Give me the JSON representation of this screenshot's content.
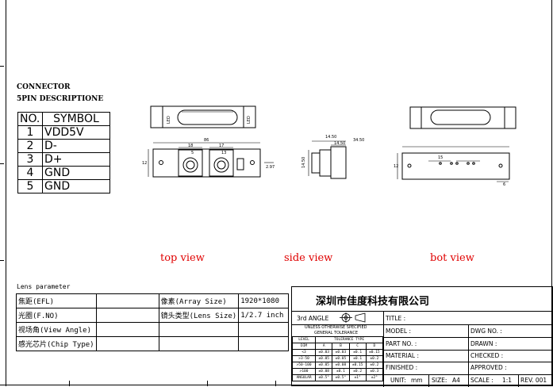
{
  "connector": {
    "title": "CONNECTOR",
    "subtitle": "5PIN DESCRIPTIONE",
    "header_no": "NO.",
    "header_symbol": "SYMBOL",
    "pins": [
      {
        "no": "1",
        "symbol": "VDD5V"
      },
      {
        "no": "2",
        "symbol": "D-"
      },
      {
        "no": "3",
        "symbol": "D+"
      },
      {
        "no": "4",
        "symbol": "GND"
      },
      {
        "no": "5",
        "symbol": "GND"
      }
    ]
  },
  "views": {
    "top": "top view",
    "side": "side view",
    "bot": "bot view"
  },
  "dims": {
    "top_total": "86",
    "top_a": "18",
    "top_b": "17",
    "top_c": "5",
    "top_d": "13",
    "top_e": "12",
    "top_right": "2.97",
    "led_left": "LED",
    "led_right": "LED",
    "side_a": "14.50",
    "side_b": "34.50",
    "side_c": "14.50",
    "side_h": "14.50",
    "bot_a": "12",
    "bot_b": "15",
    "bot_c": "6"
  },
  "lens": {
    "title": "Lens parameter",
    "rows": [
      {
        "l1": "焦距(EFL)",
        "l2": "像素(Array Size)",
        "v2": "1920*1080"
      },
      {
        "l1": "光圈(F.NO)",
        "l2": "镜头类型(Lens Size)",
        "v2": "1/2.7 inch"
      },
      {
        "l1": "视场角(View Angle)",
        "l2": "",
        "v2": ""
      },
      {
        "l1": "感光芯片(Chip Type)",
        "l2": "",
        "v2": ""
      }
    ]
  },
  "titleblock": {
    "company": "深圳市佳度科技有限公司",
    "angle": "3rd ANGLE",
    "title": "TITLE :",
    "model": "MODEL :",
    "dwg": "DWG NO. :",
    "tol_line1": "UNLESS OTHERWISE SPECIFIED",
    "tol_line2": "GENERAL TOLERANCE",
    "part": "PART NO. :",
    "drawn": "DRAWN :",
    "material": "MATERIAL :",
    "checked": "CHECKED :",
    "finished": "FINISHED :",
    "approved": "APPROVED :",
    "unit_label": "UNIT:",
    "unit_value": "mm",
    "size_label": "SIZE:",
    "size_value": "A4",
    "scale_label": "SCALE :",
    "scale_value": "1:1",
    "rev": "REV. 001",
    "tol_header": [
      "LEVEL",
      "TOLERANCE TYPE"
    ],
    "tol_cols": [
      "DIM",
      "A",
      "B",
      "C",
      "D"
    ],
    "tol_rows": [
      [
        "<3",
        "±0.03",
        "±0.03",
        "±0.1",
        "±0.15"
      ],
      [
        ">3-50",
        "±0.05",
        "±0.05",
        "±0.1",
        "±0.2"
      ],
      [
        ">50-100",
        "±0.05",
        "±0.08",
        "±0.15",
        "±0.2"
      ],
      [
        ">100",
        "±0.08",
        "±0.1",
        "±0.2",
        "±0.3"
      ],
      [
        "ANGULAR",
        "±0.5°",
        "±0.5°",
        "±1°",
        "±2°"
      ]
    ]
  }
}
